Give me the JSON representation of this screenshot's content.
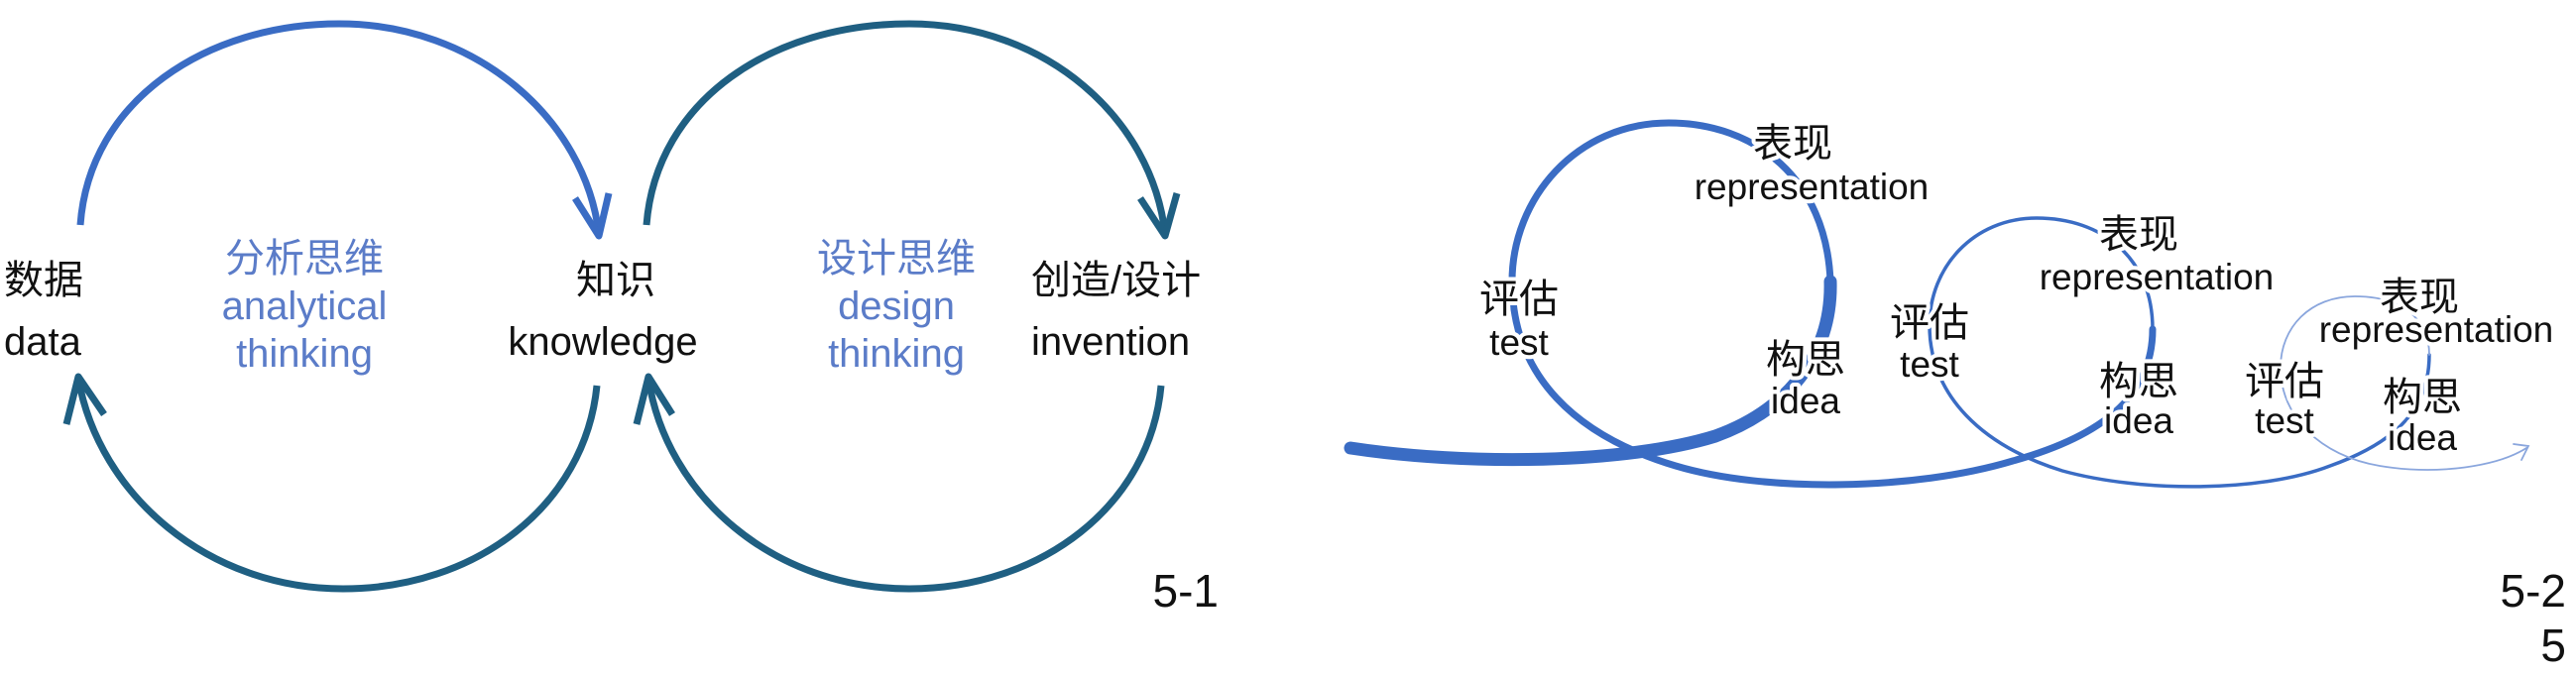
{
  "colors": {
    "analytical_arc": "#3a6cc4",
    "design_arc": "#1f5f82",
    "label_blue": "#5b7cc8",
    "spiral": "#3a6cc4"
  },
  "figure1": {
    "nodes": {
      "data": {
        "zh": "数据",
        "en": "data"
      },
      "knowledge": {
        "zh": "知识",
        "en": "knowledge"
      },
      "invention": {
        "zh": "创造/设计",
        "en": "invention"
      }
    },
    "analytical": {
      "zh": "分析思维",
      "en1": "analytical",
      "en2": "thinking"
    },
    "design": {
      "zh": "设计思维",
      "en1": "design",
      "en2": "thinking"
    },
    "number": "5-1"
  },
  "figure2": {
    "loops": [
      {
        "representation_zh": "表现",
        "representation_en": "representation",
        "test_zh": "评估",
        "test_en": "test",
        "idea_zh": "构思",
        "idea_en": "idea"
      },
      {
        "representation_zh": "表现",
        "representation_en": "representation",
        "test_zh": "评估",
        "test_en": "test",
        "idea_zh": "构思",
        "idea_en": "idea"
      },
      {
        "representation_zh": "表现",
        "representation_en": "representation",
        "test_zh": "评估",
        "test_en": "test",
        "idea_zh": "构思",
        "idea_en": "idea"
      }
    ],
    "number": "5-2",
    "page": "5"
  }
}
